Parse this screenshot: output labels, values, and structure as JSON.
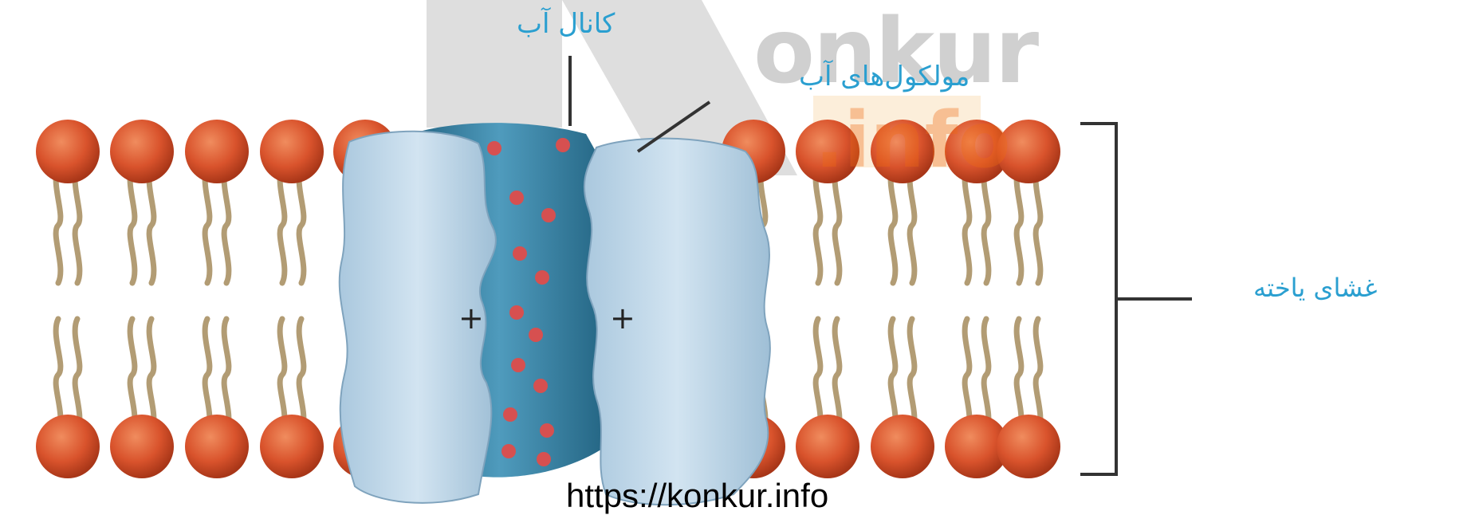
{
  "labels": {
    "water_channel": "کانال آب",
    "water_molecules": "مولکول‌های آب",
    "cell_membrane": "غشای یاخته"
  },
  "watermark": {
    "text": "onkur",
    "text2": ".info",
    "url": "https://konkur.info"
  },
  "colors": {
    "phospholipid_head": "#d9532c",
    "phospholipid_tail": "#b29c74",
    "protein": "#c2d9ea",
    "channel": "#3f88a8",
    "water_molecule": "#d65050",
    "label_text": "#2a9fd0",
    "bracket": "#333333"
  },
  "symbols": {
    "positive_charge": "+"
  }
}
